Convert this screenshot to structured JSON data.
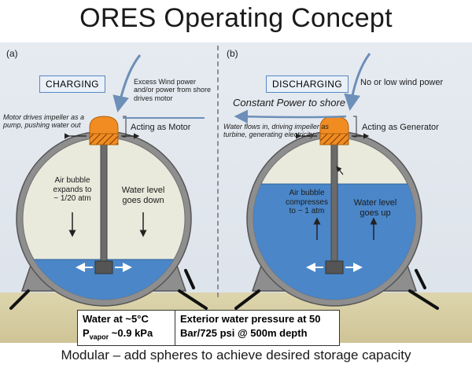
{
  "title": "ORES Operating Concept",
  "panel_left": {
    "label": "(a)",
    "mode": "CHARGING",
    "power_note_line1": "Excess Wind power",
    "power_note_line2": "and/or power from shore",
    "power_note_line3": "drives motor",
    "motor_note_line1": "Motor drives impeller as a",
    "motor_note_line2": "pump, pushing water out",
    "role": "Acting as Motor",
    "air_line1": "Air bubble",
    "air_line2": "expands to",
    "air_line3": "~ 1/20 atm",
    "water_line1": "Water level",
    "water_line2": "goes down"
  },
  "panel_right": {
    "label": "(b)",
    "mode": "DISCHARGING",
    "power_note": "No or low wind power",
    "constant_power": "Constant Power to shore",
    "flow_note_line1": "Water flows in, driving impeller as",
    "flow_note_line2": "turbine, generating electricity",
    "role": "Acting as Generator",
    "air_line1": "Air bubble",
    "air_line2": "compresses",
    "air_line3": "to ~ 1 atm",
    "water_line1": "Water level",
    "water_line2": "goes up"
  },
  "water_box": {
    "line1": "Water at ~5°C",
    "p_main": "P",
    "p_sub": "vapor",
    "p_value": " ~0.9 kPa"
  },
  "pressure_box": {
    "line1": "Exterior water pressure at 50",
    "line2": "Bar/725 psi @ 500m depth"
  },
  "footer": "Modular – add spheres to achieve desired storage capacity",
  "colors": {
    "water": "#4a86c8",
    "air": "#e9eadc",
    "shell": "#8e8e8e",
    "motor": "#f08c22",
    "ground": "#d6cca0"
  }
}
